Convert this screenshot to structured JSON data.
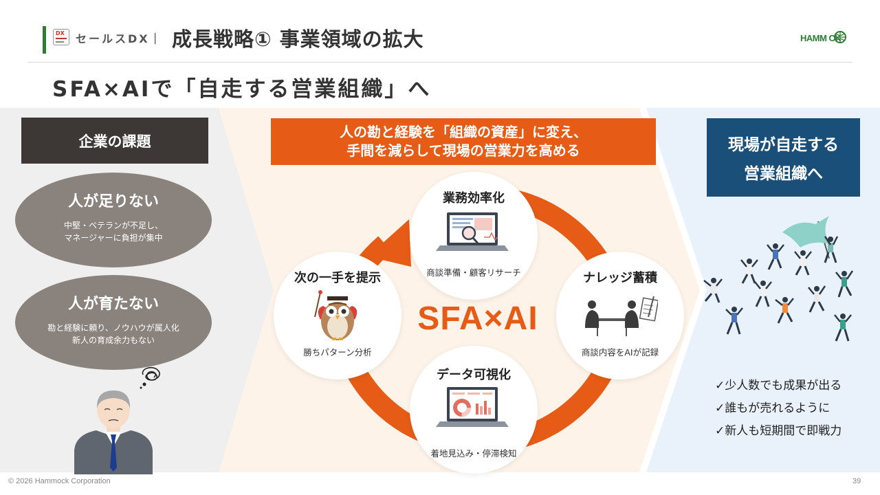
{
  "header": {
    "section_label": "セールスDX｜",
    "title": "成長戦略①  事業領域の拡大",
    "logo_text": "HAMM CK",
    "dx_icon_text": "DX"
  },
  "subtitle": "SFA×AIで「自走する営業組織」へ",
  "left": {
    "title": "企業の課題",
    "issues": [
      {
        "head": "人が足りない",
        "lines": [
          "中堅・ベテランが不足し、",
          "マネージャーに負担が集中"
        ]
      },
      {
        "head": "人が育たない",
        "lines": [
          "勘と経験に頼り、ノウハウが属人化",
          "新人の育成余力もない"
        ]
      }
    ]
  },
  "center": {
    "banner_lines": [
      "人の勘と経験を「組織の資産」に変え、",
      "手間を減らして現場の営業力を高める"
    ],
    "core": "SFA×AI",
    "cycle": {
      "top": {
        "head": "業務効率化",
        "sub": "商談準備・顧客リサーチ"
      },
      "right": {
        "head": "ナレッジ蓄積",
        "sub": "商談内容をAIが記録"
      },
      "bottom": {
        "head": "データ可視化",
        "sub": "着地見込み・停滞検知"
      },
      "left": {
        "head": "次の一手を提示",
        "sub": "勝ちパターン分析"
      }
    }
  },
  "right": {
    "goal_lines": [
      "現場が自走する",
      "営業組織へ"
    ],
    "checks": [
      "✓少人数でも成果が出る",
      "✓誰もが売れるように",
      "✓新人も短期間で即戦力"
    ]
  },
  "colors": {
    "accent": "#e65c16",
    "dark": "#3d3835",
    "navy": "#1a4f7a",
    "brand_green": "#2e7d32"
  },
  "footer": {
    "copyright": "© 2026 Hammock Corporation",
    "page": "39"
  }
}
